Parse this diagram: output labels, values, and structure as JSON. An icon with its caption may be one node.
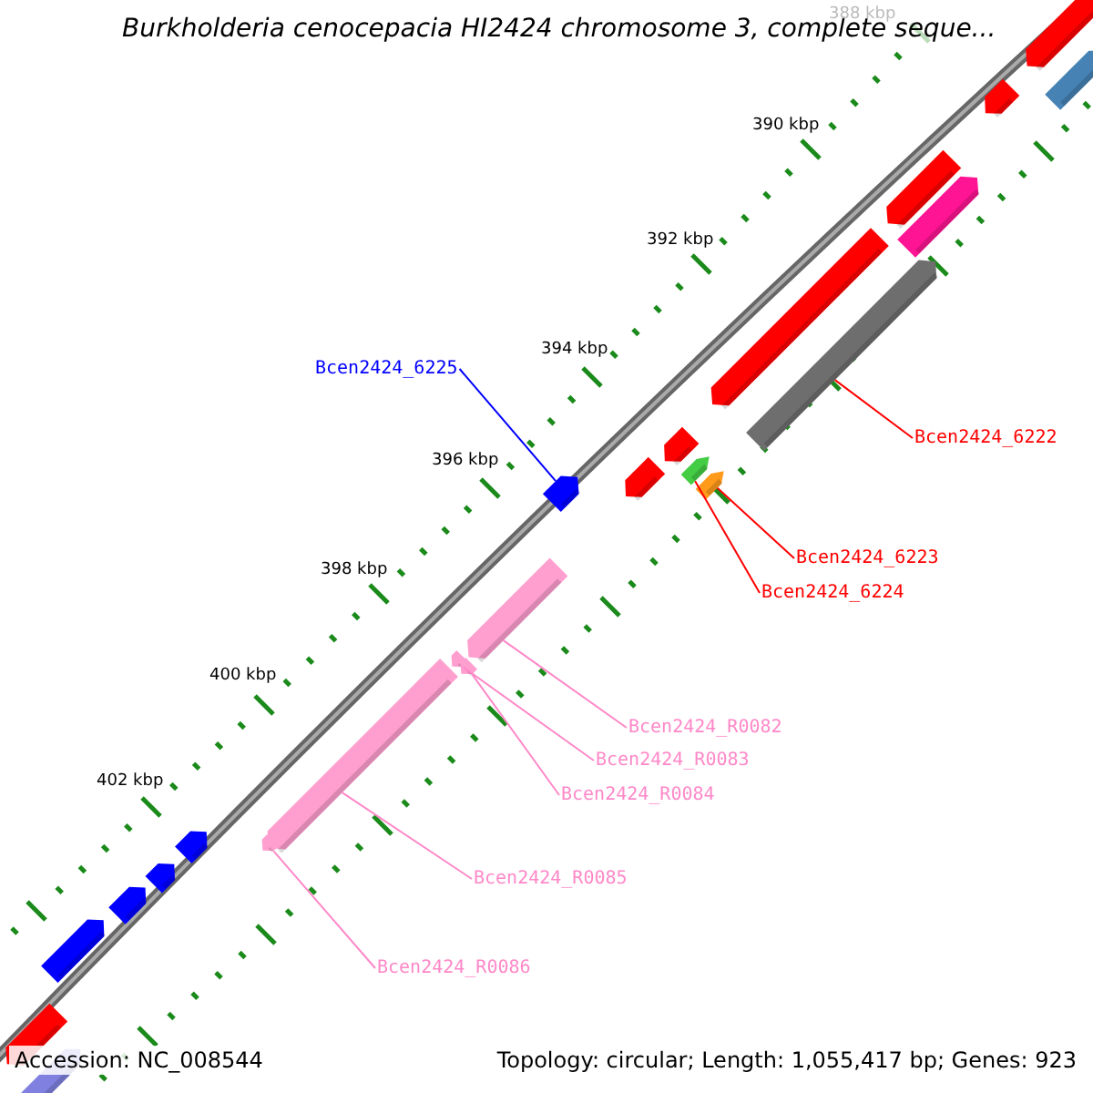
{
  "diagram": {
    "title": "Burkholderia cenocepacia HI2424 chromosome 3, complete seque...",
    "nodes": [
      {
        "text": [
          "Bcen2424_6225"
        ]
      },
      {
        "text": [],
        "shape": "box"
      },
      {
        "text": [
          "Bcen2424_6222"
        ]
      },
      {
        "text": [],
        "shape": "box"
      },
      {
        "text": [
          "Bcen2424_6223"
        ]
      },
      {
        "text": [],
        "shape": "box"
      },
      {
        "text": [
          "Bcen2424_6224"
        ]
      },
      {
        "text": [],
        "shape": "box"
      },
      {
        "text": [
          "Bcen2424_R0082"
        ]
      },
      {
        "text": [],
        "shape": "box"
      },
      {
        "text": [
          "Bcen2424_R0083"
        ]
      },
      {
        "text": [],
        "shape": "box"
      },
      {
        "text": [
          "Bcen2424_R0084"
        ]
      },
      {
        "text": [],
        "shape": "box"
      },
      {
        "text": [
          "Bcen2424_R0085"
        ]
      },
      {
        "text": [],
        "shape": "box"
      },
      {
        "text": [
          "Bcen2424_R0086"
        ]
      },
      {
        "text": [],
        "shape": "box"
      },
      {
        "text": [],
        "shape": "box"
      },
      {
        "text": [],
        "shape": "box"
      },
      {
        "text": [],
        "shape": "box"
      },
      {
        "text": [],
        "shape": "box"
      },
      {
        "text": [],
        "shape": "box"
      },
      {
        "text": [],
        "shape": "box"
      },
      {
        "text": [],
        "shape": "box"
      },
      {
        "text": [],
        "shape": "box"
      },
      {
        "text": [],
        "shape": "box"
      },
      {
        "text": [],
        "shape": "box"
      },
      {
        "text": [],
        "shape": "box"
      },
      {
        "text": [],
        "shape": "box"
      },
      {
        "text": [],
        "shape": "box"
      },
      {
        "text": [],
        "shape": "box"
      }
    ],
    "edges": [
      {
        "from": 0,
        "to": 1,
        "arrow": "none",
        "color": "#0000ff"
      },
      {
        "from": 2,
        "to": 3,
        "arrow": "none",
        "color": "#ff0000"
      },
      {
        "from": 4,
        "to": 5,
        "arrow": "none",
        "color": "#ff0000"
      },
      {
        "from": 6,
        "to": 7,
        "arrow": "none",
        "color": "#ff0000"
      },
      {
        "from": 8,
        "to": 9,
        "arrow": "none"
      },
      {
        "from": 10,
        "to": 11,
        "arrow": "none"
      },
      {
        "from": 12,
        "to": 13,
        "arrow": "none"
      },
      {
        "from": 14,
        "to": 15,
        "arrow": "none"
      },
      {
        "from": 16,
        "to": 17,
        "arrow": "none"
      }
    ],
    "labels": [
      "388 kbp",
      "390 kbp",
      "392 kbp",
      "394 kbp",
      "396 kbp",
      "398 kbp",
      "400 kbp",
      "402 kbp",
      "Accession: NC_008544",
      "Topology: circular; Length: 1,055,417 bp; Genes: 923"
    ]
  }
}
